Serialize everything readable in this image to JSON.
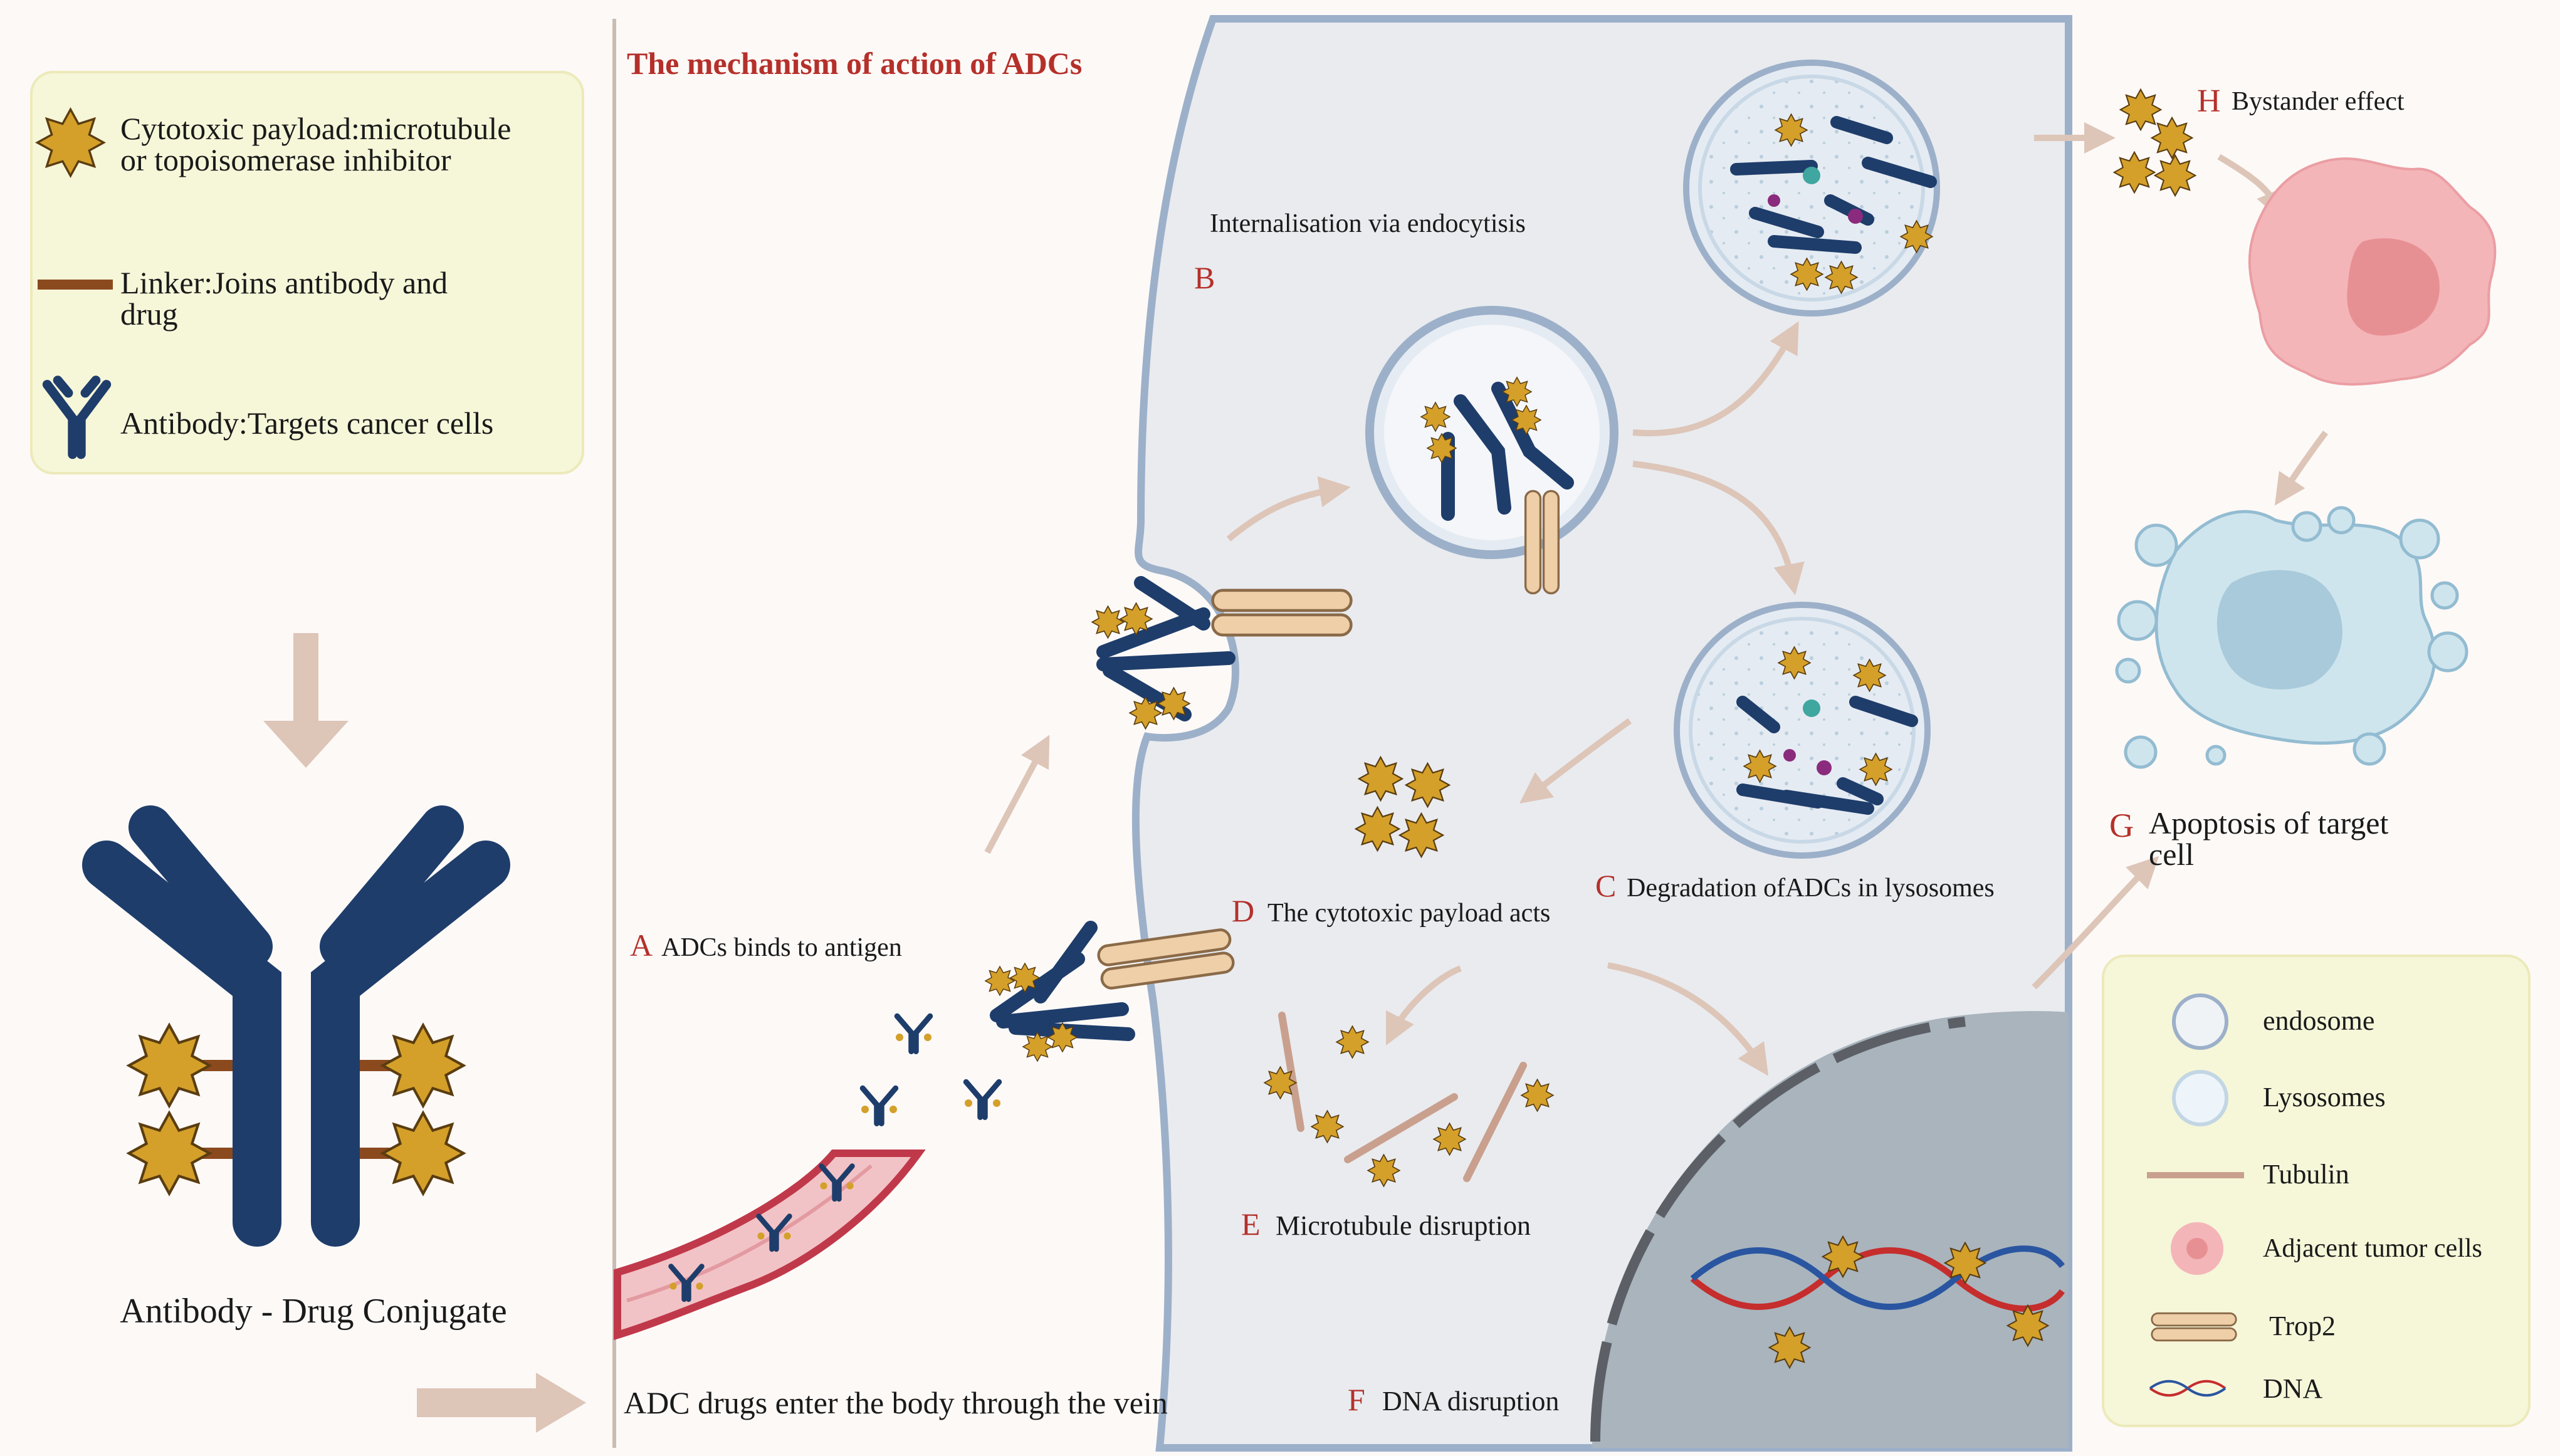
{
  "legend_left": {
    "payload": "Cytotoxic payload:microtubule",
    "payload_cont": "or topoisomerase inhibitor",
    "linker": "Linker:Joins antibody and",
    "linker_cont": "drug",
    "antibody": "Antibody:Targets cancer cells"
  },
  "adc_caption": "Antibody - Drug Conjugate",
  "title": "The mechanism of action of ADCs",
  "steps": {
    "A": {
      "letter": "A",
      "text": "ADCs binds to antigen"
    },
    "B": {
      "letter": "B",
      "text": "Internalisation via endocytisis"
    },
    "C": {
      "letter": "C",
      "text": "Degradation ofADCs in lysosomes"
    },
    "D": {
      "letter": "D",
      "text": "The cytotoxic payload acts"
    },
    "E": {
      "letter": "E",
      "text": "Microtubule disruption"
    },
    "F": {
      "letter": "F",
      "text": "DNA disruption"
    },
    "G": {
      "letter": "G",
      "text": "Apoptosis of target",
      "text_cont": "cell"
    },
    "H": {
      "letter": "H",
      "text": "Bystander effect"
    }
  },
  "vein_text": "ADC drugs enter the body through the vein",
  "legend_right": {
    "endosome": "endosome",
    "lysosomes": "Lysosomes",
    "tubulin": "Tubulin",
    "adjacent": "Adjacent tumor cells",
    "trop2": "Trop2",
    "dna": "DNA"
  },
  "colors": {
    "antibody": "#1e3d6b",
    "payload": "#d4a02a",
    "linker": "#8b4a1e",
    "accent_red": "#b5302a",
    "legend_bg": "#f6f6d9",
    "cell_bg": "#e9ebef",
    "membrane": "#9cb0c9",
    "trop2": "#efcfa8",
    "nucleus": "#a9b4bd",
    "arrow": "#ddc5b8"
  }
}
